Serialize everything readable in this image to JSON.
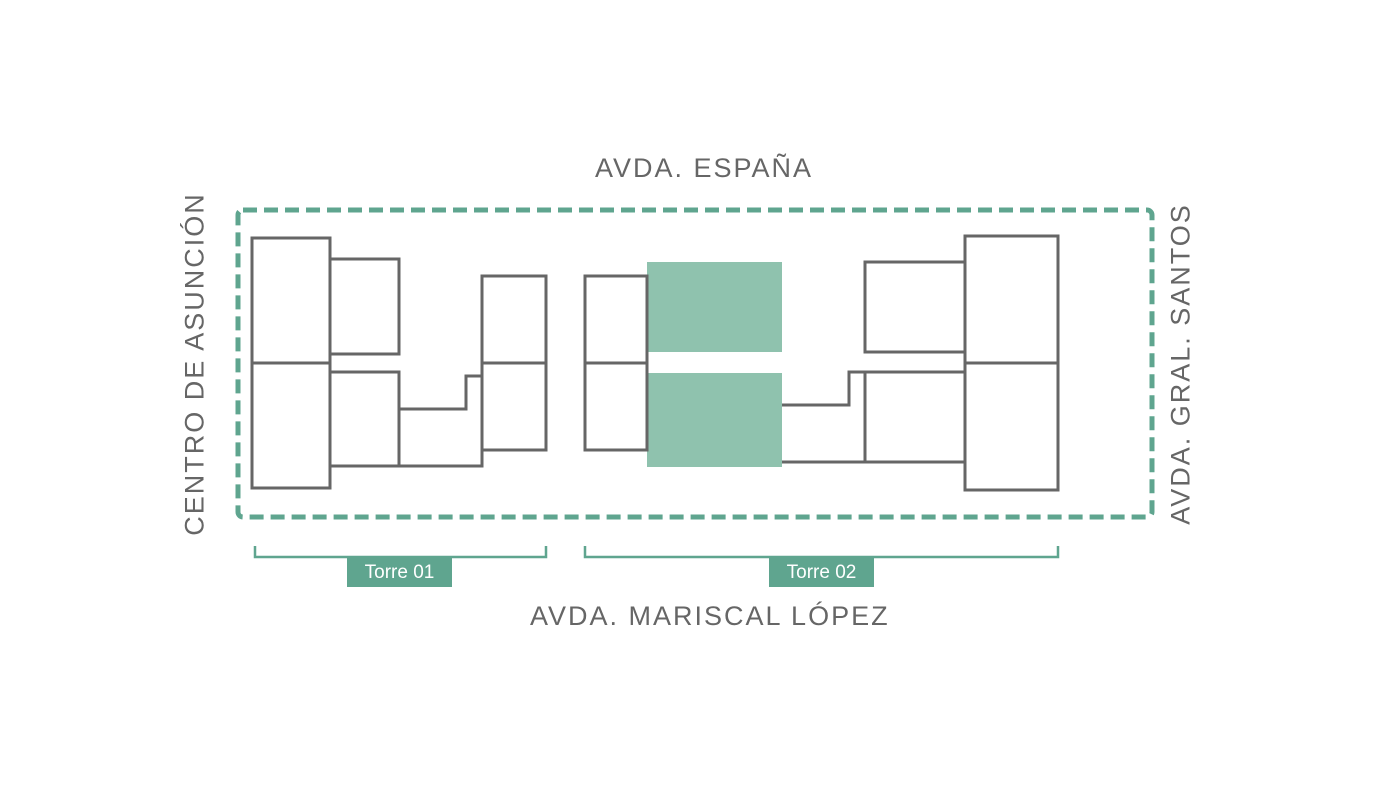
{
  "streets": {
    "top": "AVDA. ESPAÑA",
    "bottom": "AVDA. MARISCAL LÓPEZ",
    "left": "CENTRO DE ASUNCIÓN",
    "right": "AVDA. GRAL. SANTOS"
  },
  "towers": [
    {
      "label": "Torre 01"
    },
    {
      "label": "Torre 02"
    }
  ],
  "colors": {
    "accent": "#5fa58f",
    "highlight_fill": "#8fc2ae",
    "outline": "#666666",
    "text": "#666666"
  }
}
